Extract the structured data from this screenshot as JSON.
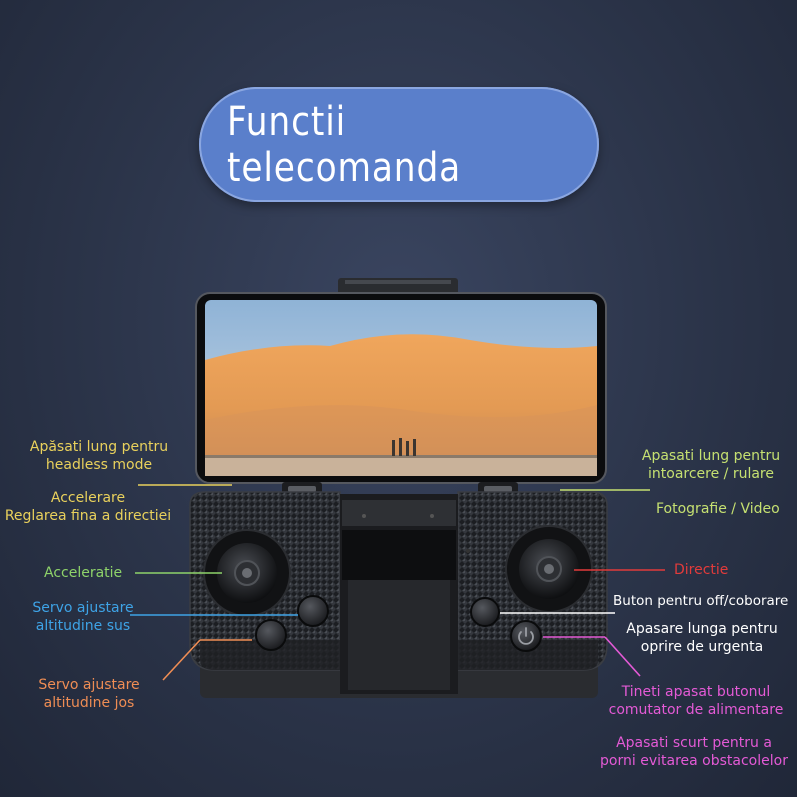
{
  "title": "Functii telecomanda",
  "labels": {
    "headless": [
      "Apăsati lung pentru",
      "headless mode"
    ],
    "accel_trim": [
      "Accelerare",
      "Reglarea fina a directiei"
    ],
    "acceleratie": "Acceleratie",
    "servo_up": [
      "Servo ajustare",
      "altitudine sus"
    ],
    "servo_down": [
      "Servo ajustare",
      "altitudine jos"
    ],
    "return": [
      "Apasati lung pentru",
      "intoarcere / rulare"
    ],
    "photo": "Fotografie / Video",
    "directie": "Directie",
    "takeoff": "Buton pentru off/coborare",
    "emergency": [
      "Apasare lunga pentru",
      "oprire de urgenta"
    ],
    "power": [
      "Tineti apasat butonul",
      "comutator de alimentare"
    ],
    "obstacle": [
      "Apasati scurt pentru a",
      "porni evitarea obstacolelor"
    ]
  },
  "colors": {
    "background": "#2b3449",
    "title_pill": "#5a7fcb",
    "yellow": "#e9d15c",
    "green": "#8ed36a",
    "blue": "#3ea3e6",
    "orange": "#ef8d54",
    "red": "#e23b3b",
    "white": "#ffffff",
    "magenta": "#e45ad6",
    "lime": "#c5e071"
  },
  "icons": [
    "power-icon",
    "joystick-icon",
    "phone-icon"
  ]
}
